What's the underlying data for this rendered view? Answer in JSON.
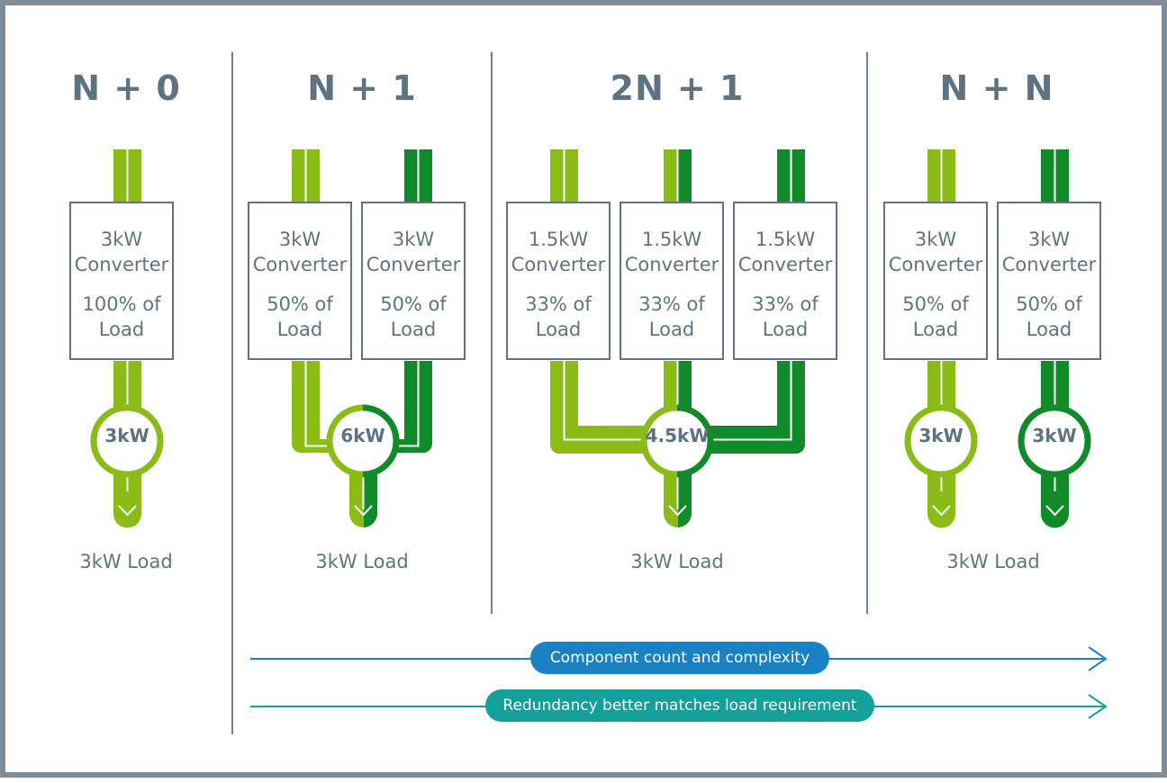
{
  "colors": {
    "light_green": "#8bbb17",
    "dark_green": "#118a2a",
    "text_gray": "#5f7380",
    "frame_gray": "#7d8e98",
    "arrow_blue": "#1a82c4",
    "arrow_teal": "#13a09a"
  },
  "icons": [
    "down-arrow-icon",
    "right-arrow-icon"
  ],
  "columns": [
    {
      "title": "N + 0",
      "modules": [
        {
          "line1": "3kW",
          "line2": "Converter",
          "line3": "100% of",
          "line4": "Load"
        }
      ],
      "badges": [
        "3kW"
      ],
      "load": "3kW Load"
    },
    {
      "title": "N + 1",
      "modules": [
        {
          "line1": "3kW",
          "line2": "Converter",
          "line3": "50% of",
          "line4": "Load"
        },
        {
          "line1": "3kW",
          "line2": "Converter",
          "line3": "50% of",
          "line4": "Load"
        }
      ],
      "badges": [
        "6kW"
      ],
      "load": "3kW Load"
    },
    {
      "title": "2N + 1",
      "modules": [
        {
          "line1": "1.5kW",
          "line2": "Converter",
          "line3": "33% of",
          "line4": "Load"
        },
        {
          "line1": "1.5kW",
          "line2": "Converter",
          "line3": "33% of",
          "line4": "Load"
        },
        {
          "line1": "1.5kW",
          "line2": "Converter",
          "line3": "33% of",
          "line4": "Load"
        }
      ],
      "badges": [
        "4.5kW"
      ],
      "load": "3kW Load"
    },
    {
      "title": "N + N",
      "modules": [
        {
          "line1": "3kW",
          "line2": "Converter",
          "line3": "50% of",
          "line4": "Load"
        },
        {
          "line1": "3kW",
          "line2": "Converter",
          "line3": "50% of",
          "line4": "Load"
        }
      ],
      "badges": [
        "3kW",
        "3kW"
      ],
      "load": "3kW Load"
    }
  ],
  "trends": [
    {
      "label": "Component count and complexity"
    },
    {
      "label": "Redundancy better matches load requirement"
    }
  ]
}
